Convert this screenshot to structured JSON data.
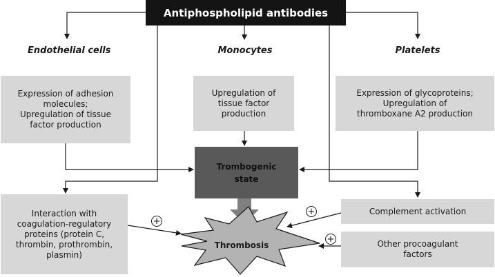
{
  "top": {
    "title": "Antiphospholipid antibodies"
  },
  "headings": {
    "endothelial": "Endothelial cells",
    "monocytes": "Monocytes",
    "platelets": "Platelets"
  },
  "boxes": {
    "endothelial": "Expression of adhesion\nmolecules;\nUpregulation of tissue\nfactor production",
    "monocytes": "Upregulation of\ntissue factor\nproduction",
    "platelets": "Expression of glycoproteins;\nUpregulation of\nthromboxane A2 production",
    "interaction": "Interaction with\ncoagulation-regulatory\nproteins (protein C,\nthrombin, prothrombin,\nplasmin)",
    "complement": "Complement activation",
    "procoagulant": "Other procoagulant\nfactors"
  },
  "state": {
    "label": "Trombogenic\nstate"
  },
  "thrombosis": {
    "label": "Thrombosis"
  },
  "plus_symbol": "+",
  "colors": {
    "top_box": "#141414",
    "box_fill": "#d7d7d7",
    "state_box": "#595959",
    "star_fill": "#b3b3b3",
    "big_arrow": "#7f7f7f"
  }
}
